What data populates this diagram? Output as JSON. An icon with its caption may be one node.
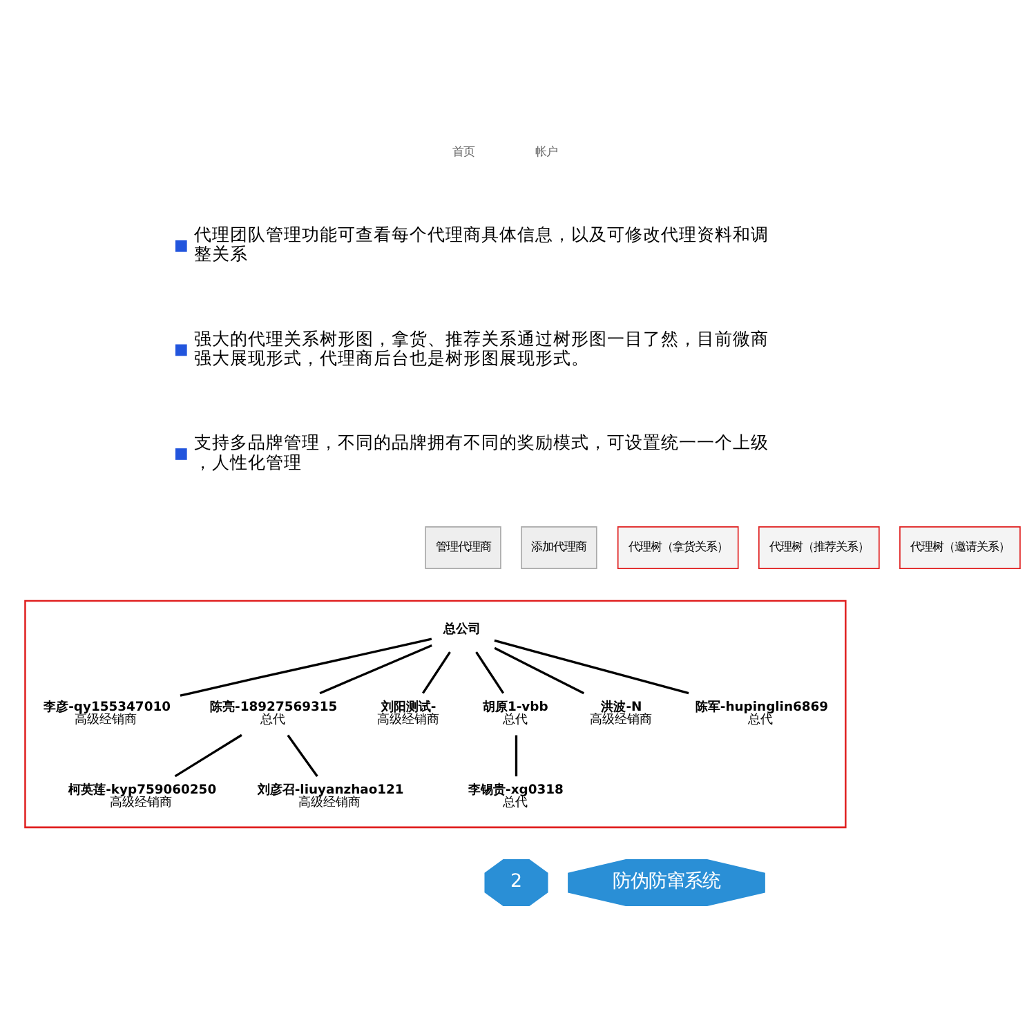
{
  "diagram": {
    "nodes": [
      {
        "text": [],
        "shape": "box"
      },
      {
        "text": [
          "总公司"
        ],
        "in": 0
      },
      {
        "text": [
          "李彦-qy155347010",
          "高级经销商"
        ],
        "in": 0
      },
      {
        "text": [
          "陈亮-18927569315",
          "总代"
        ],
        "in": 0
      },
      {
        "text": [
          "刘阳测试-",
          "高级经销商"
        ],
        "in": 0
      },
      {
        "text": [
          "胡原1-vbb",
          "总代"
        ],
        "in": 0
      },
      {
        "text": [
          "洪波-N",
          "高级经销商"
        ],
        "in": 0
      },
      {
        "text": [
          "陈军-hupinglin6869",
          "总代"
        ],
        "in": 0
      },
      {
        "text": [
          "柯英莲-kyp759060250",
          "高级经销商"
        ],
        "in": 0
      },
      {
        "text": [
          "刘彦召-liuyanzhao121",
          "高级经销商"
        ],
        "in": 0
      },
      {
        "text": [
          "李锡贵-xg0318",
          "总代"
        ],
        "in": 0
      }
    ],
    "edges": [
      {
        "from": 1,
        "to": 2,
        "arrow": "none"
      },
      {
        "from": 1,
        "to": 3,
        "arrow": "none"
      },
      {
        "from": 1,
        "to": 4,
        "arrow": "none"
      },
      {
        "from": 1,
        "to": 5,
        "arrow": "none"
      },
      {
        "from": 1,
        "to": 6,
        "arrow": "none"
      },
      {
        "from": 1,
        "to": 7,
        "arrow": "none"
      },
      {
        "from": 3,
        "to": 8,
        "arrow": "none"
      },
      {
        "from": 3,
        "to": 9,
        "arrow": "none"
      },
      {
        "from": 5,
        "to": 10,
        "arrow": "none"
      }
    ],
    "labels": [
      "首页",
      "帐户",
      "代理团队管理功能可查看每个代理商具体信息，以及可修改代理资料和调整关系",
      "强大的代理关系树形图，拿货、推荐关系通过树形图一目了然，目前微商强大展现形式，代理商后台也是树形图展现形式。",
      "支持多品牌管理，不同的品牌拥有不同的奖励模式，可设置统一一个上级，人性化管理",
      "管理代理商",
      "添加代理商",
      "代理树（拿货关系）",
      "代理树（推荐关系）",
      "代理树（邀请关系）",
      "2",
      "防伪防窜系统"
    ]
  }
}
